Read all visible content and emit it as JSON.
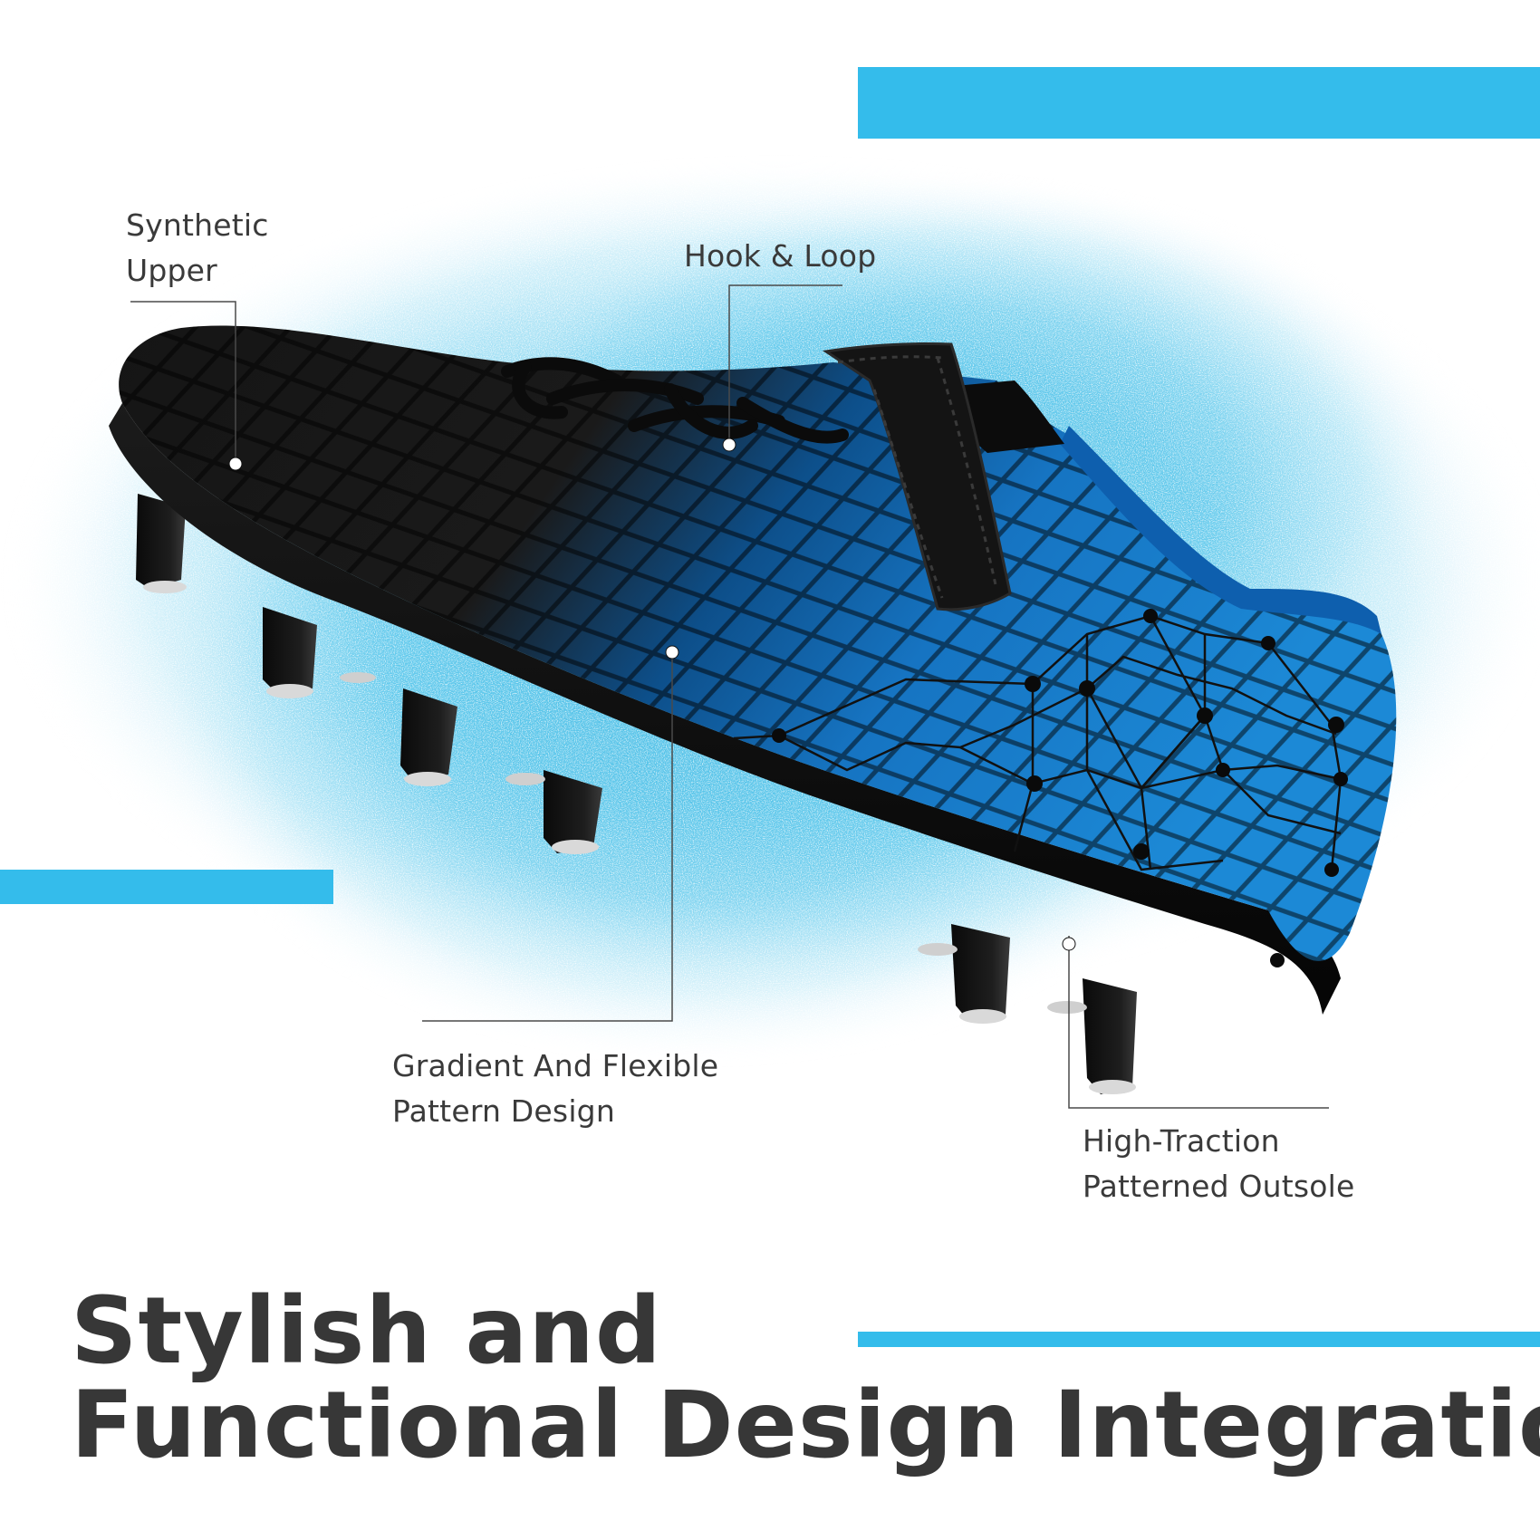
{
  "colors": {
    "accent": "#34bceb",
    "splash": "#5cc6e8",
    "text": "#3a3a3a",
    "shoe_black": "#151515",
    "shoe_blue": "#1a80d0"
  },
  "callouts": {
    "upper": {
      "line1": "Synthetic",
      "line2": "Upper"
    },
    "hook": {
      "line1": "Hook & Loop"
    },
    "gradient": {
      "line1": "Gradient And Flexible",
      "line2": "Pattern Design"
    },
    "outsole": {
      "line1": "High-Traction",
      "line2": "Patterned Outsole"
    }
  },
  "headline": {
    "line1": "Stylish and",
    "line2": "Functional Design Integration"
  }
}
